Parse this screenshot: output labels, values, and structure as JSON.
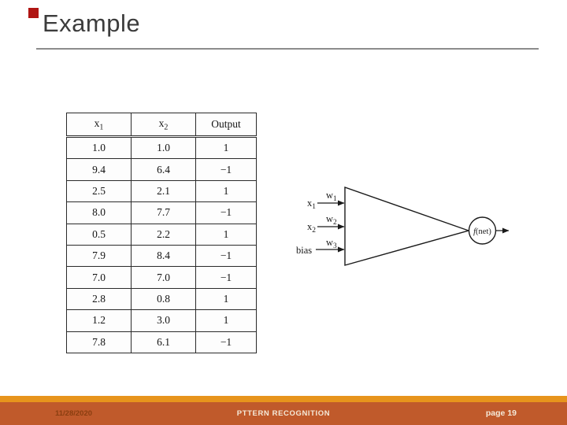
{
  "slide": {
    "title": "Example",
    "accent_color": "#b01513"
  },
  "table": {
    "headers": [
      {
        "base": "x",
        "sub": "1"
      },
      {
        "base": "x",
        "sub": "2"
      },
      {
        "base": "Output",
        "sub": ""
      }
    ],
    "rows": [
      [
        "1.0",
        "1.0",
        "1"
      ],
      [
        "9.4",
        "6.4",
        "−1"
      ],
      [
        "2.5",
        "2.1",
        "1"
      ],
      [
        "8.0",
        "7.7",
        "−1"
      ],
      [
        "0.5",
        "2.2",
        "1"
      ],
      [
        "7.9",
        "8.4",
        "−1"
      ],
      [
        "7.0",
        "7.0",
        "−1"
      ],
      [
        "2.8",
        "0.8",
        "1"
      ],
      [
        "1.2",
        "3.0",
        "1"
      ],
      [
        "7.8",
        "6.1",
        "−1"
      ]
    ]
  },
  "diagram": {
    "inputs": [
      {
        "label": "x",
        "sub": "1",
        "weight": "w",
        "wsub": "1"
      },
      {
        "label": "x",
        "sub": "2",
        "weight": "w",
        "wsub": "2"
      },
      {
        "label": "bias",
        "sub": "",
        "weight": "w",
        "wsub": "3"
      }
    ],
    "node_label": "f",
    "node_label_rest": "(net)"
  },
  "footer": {
    "date": "11/28/2020",
    "center": "PTTERN RECOGNITION",
    "page": "page 19",
    "stripe_color": "#e7941c",
    "bar_color": "#c05a2b",
    "date_color": "#8a3e10",
    "text_color": "#f4e9d8"
  }
}
